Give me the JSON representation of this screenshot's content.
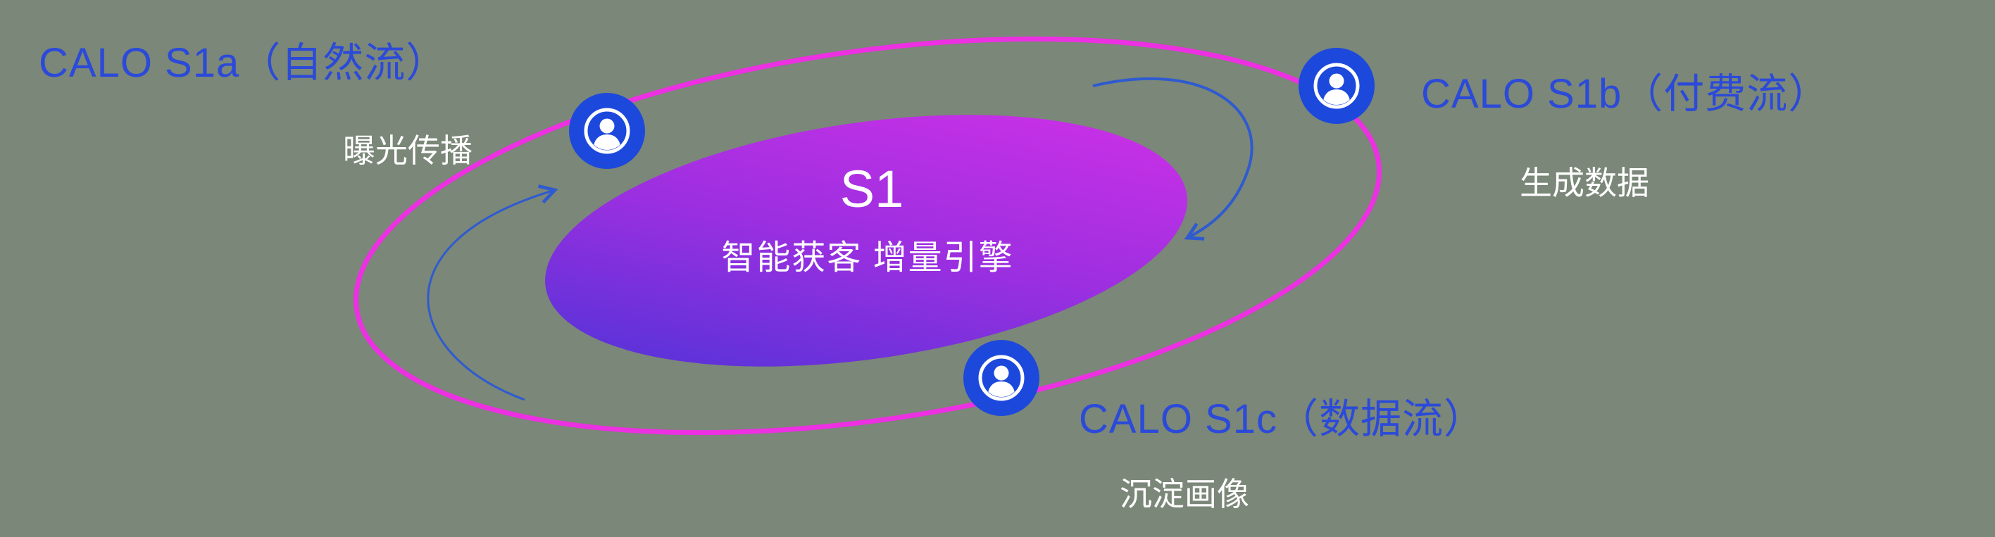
{
  "canvas": {
    "background": "#7b8778"
  },
  "colors": {
    "bg": "#7b8778",
    "orbit-pink": "#ec30e2",
    "node-blue": "#1c48dc",
    "label-blue": "#2b4ad9",
    "arrow-blue": "#2e5bd0",
    "core-gradient-start": "#4633d6",
    "core-gradient-mid": "#9c2fe0",
    "core-gradient-end": "#d631e8",
    "text-white": "#ffffff"
  },
  "core": {
    "title": "S1",
    "subtitle": "智能获客  增量引擎"
  },
  "nodes": [
    {
      "id": "s1a",
      "icon": "person-icon",
      "label": "CALO S1a（自然流）",
      "subtitle": "曝光传播"
    },
    {
      "id": "s1b",
      "icon": "person-icon",
      "label": "CALO S1b（付费流）",
      "subtitle": "生成数据"
    },
    {
      "id": "s1c",
      "icon": "person-icon",
      "label": "CALO S1c（数据流）",
      "subtitle": "沉淀画像"
    }
  ]
}
